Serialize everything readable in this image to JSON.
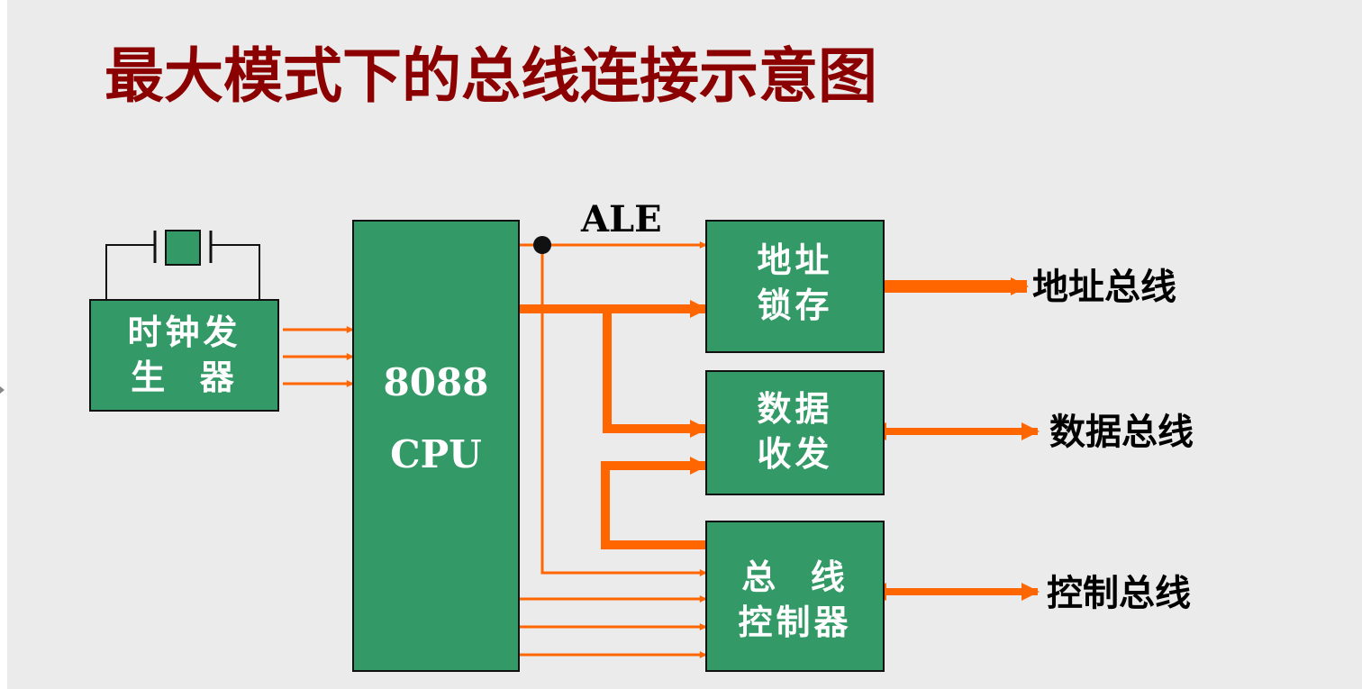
{
  "title": "最大模式下的总线连接示意图",
  "blocks": {
    "clock": "时钟发\n生  器",
    "cpu_model": "8088",
    "cpu_name": "CPU",
    "address_latch": "地址\n锁存",
    "data_transceiver": "数据\n收发",
    "bus_controller": "总  线\n控制器"
  },
  "signals": {
    "ale": "ALE"
  },
  "buses": {
    "address": "地址总线",
    "data": "数据总线",
    "control": "控制总线"
  },
  "colors": {
    "block_fill": "#339966",
    "connector": "#ff6600",
    "title": "#8b0000",
    "background": "#ebebeb"
  }
}
